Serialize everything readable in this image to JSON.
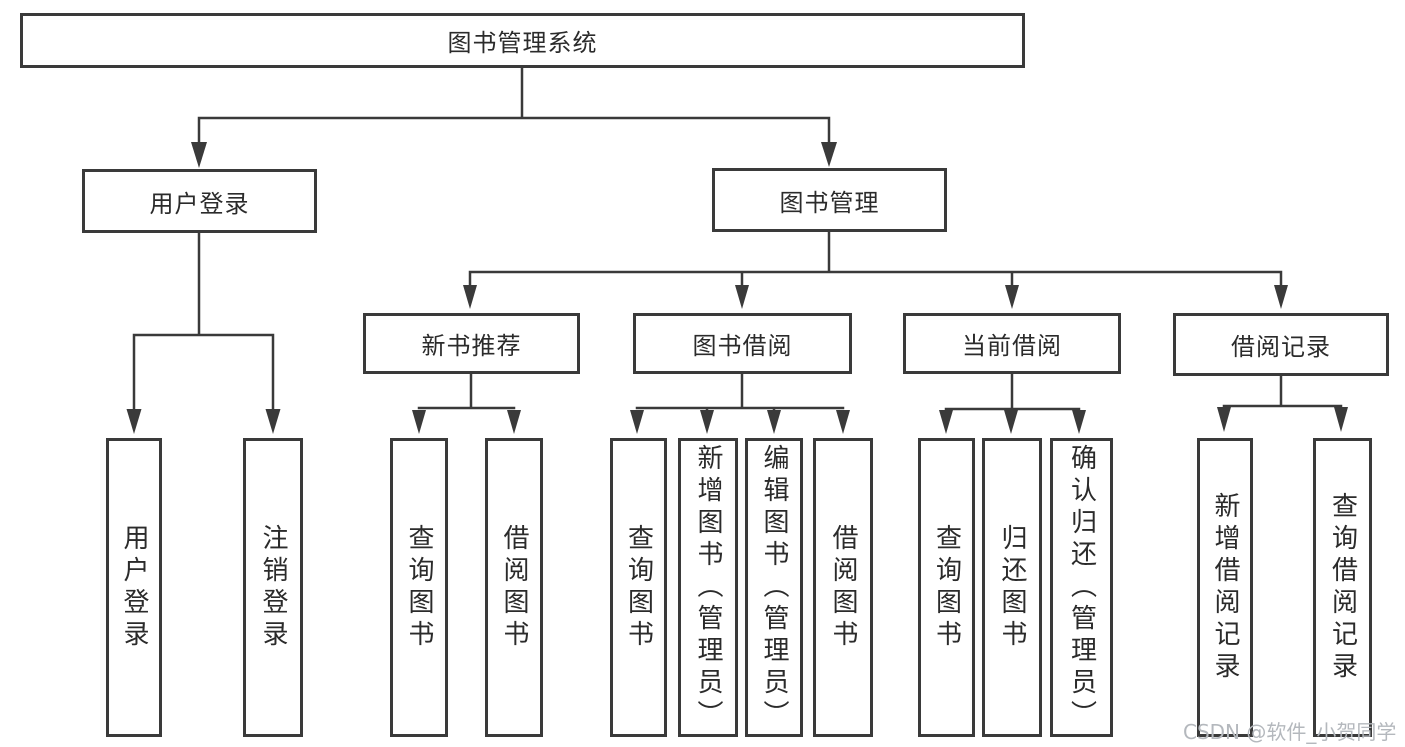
{
  "diagram": {
    "title": "图书管理系统",
    "level2": {
      "user_login": "用户登录",
      "book_mgmt": "图书管理"
    },
    "level3": {
      "new_book_rec": "新书推荐",
      "book_borrow": "图书借阅",
      "current_borrow": "当前借阅",
      "borrow_records": "借阅记录"
    },
    "leaves": {
      "login": "用户登录",
      "logout": "注销登录",
      "rec_query": "查询图书",
      "rec_borrow": "借阅图书",
      "bb_query": "查询图书",
      "bb_add": "新增图书（管理员）",
      "bb_edit": "编辑图书（管理员）",
      "bb_borrow": "借阅图书",
      "cb_query": "查询图书",
      "cb_return": "归还图书",
      "cb_confirm": "确认归还（管理员）",
      "br_add": "新增借阅记录",
      "br_query": "查询借阅记录"
    },
    "watermark": "CSDN @软件_小贺同学",
    "colors": {
      "line": "#3a3a3a",
      "box_border": "#3a3a3a",
      "box_fill": "#ffffff",
      "text": "#2b2b2b",
      "watermark": "#b4b8bd",
      "background": "#ffffff"
    }
  }
}
